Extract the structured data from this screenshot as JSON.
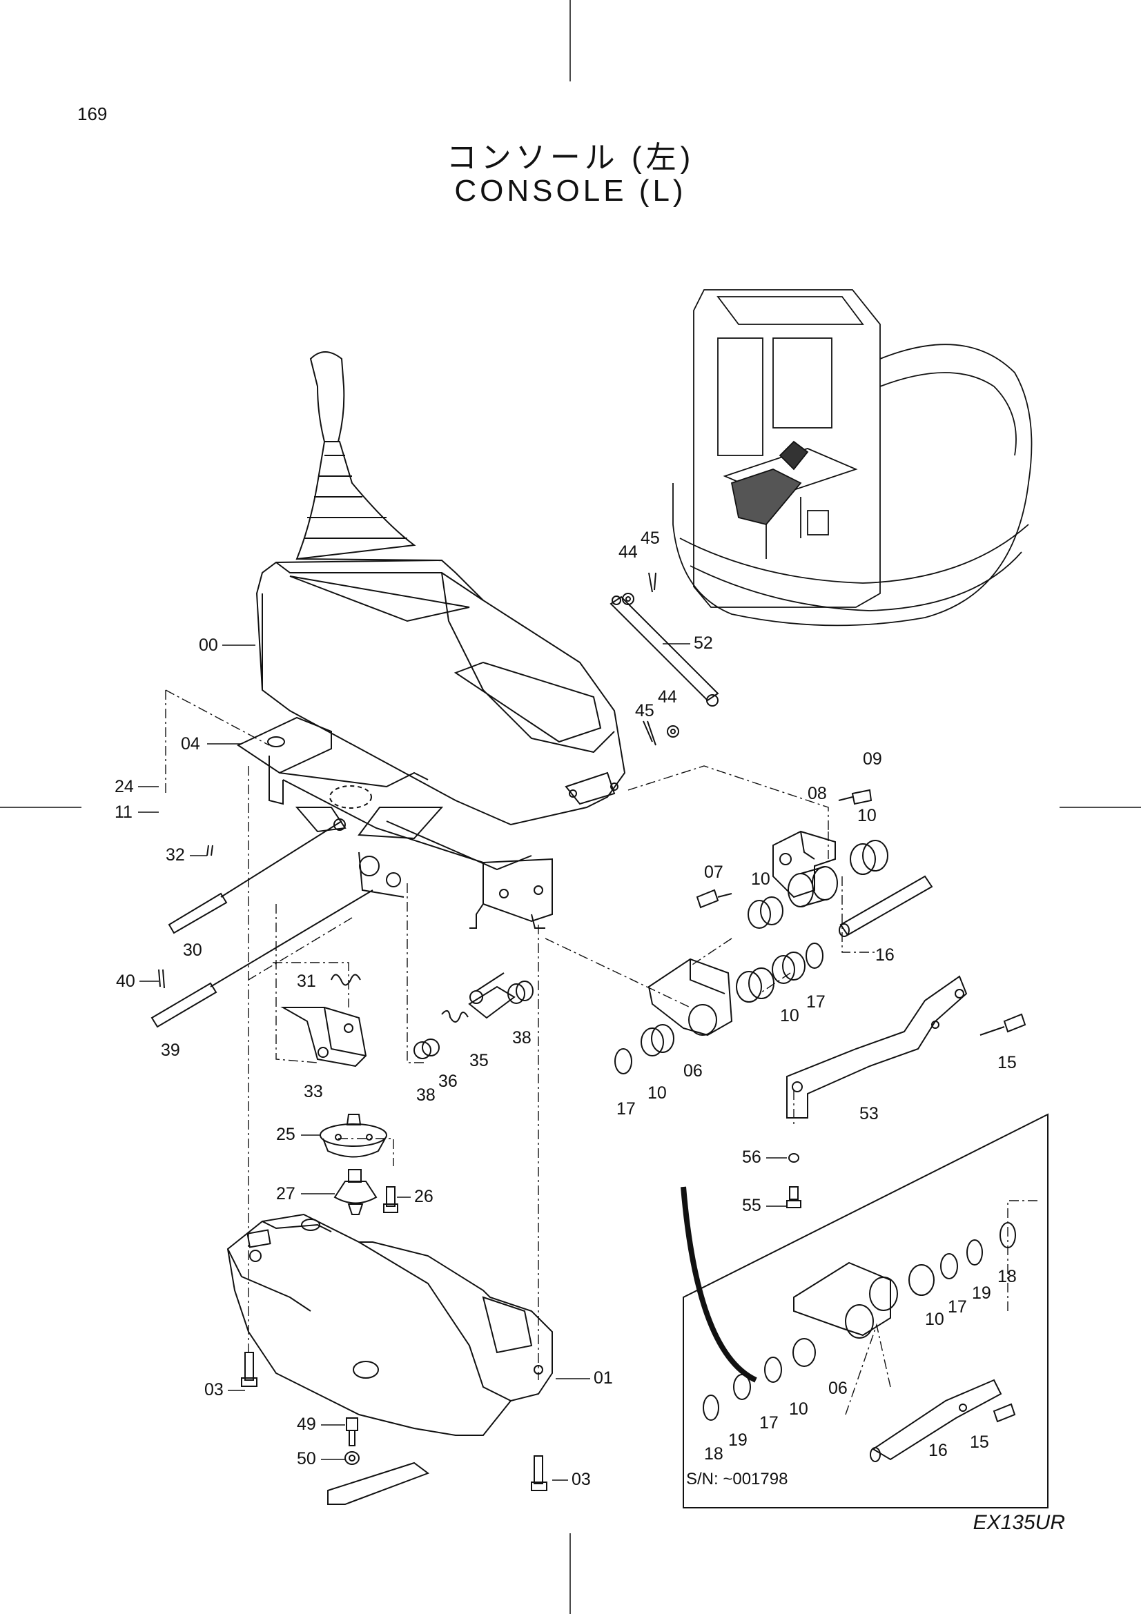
{
  "page": {
    "page_number": "169",
    "title_jp": "コンソール (左)",
    "title_en": "CONSOLE (L)",
    "model": "EX135UR",
    "serial_note": "S/N: ~001798"
  },
  "callouts": [
    {
      "label": "00"
    },
    {
      "label": "04"
    },
    {
      "label": "24"
    },
    {
      "label": "11"
    },
    {
      "label": "32"
    },
    {
      "label": "30"
    },
    {
      "label": "40"
    },
    {
      "label": "39"
    },
    {
      "label": "31"
    },
    {
      "label": "33"
    },
    {
      "label": "25"
    },
    {
      "label": "27"
    },
    {
      "label": "26"
    },
    {
      "label": "38"
    },
    {
      "label": "36"
    },
    {
      "label": "35"
    },
    {
      "label": "38"
    },
    {
      "label": "03"
    },
    {
      "label": "49"
    },
    {
      "label": "50"
    },
    {
      "label": "03"
    },
    {
      "label": "01"
    },
    {
      "label": "44"
    },
    {
      "label": "45"
    },
    {
      "label": "52"
    },
    {
      "label": "45"
    },
    {
      "label": "44"
    },
    {
      "label": "09"
    },
    {
      "label": "08"
    },
    {
      "label": "10"
    },
    {
      "label": "07"
    },
    {
      "label": "10"
    },
    {
      "label": "16"
    },
    {
      "label": "10"
    },
    {
      "label": "17"
    },
    {
      "label": "17"
    },
    {
      "label": "10"
    },
    {
      "label": "06"
    },
    {
      "label": "15"
    },
    {
      "label": "53"
    },
    {
      "label": "56"
    },
    {
      "label": "55"
    },
    {
      "label": "10"
    },
    {
      "label": "17"
    },
    {
      "label": "19"
    },
    {
      "label": "18"
    },
    {
      "label": "06"
    },
    {
      "label": "10"
    },
    {
      "label": "17"
    },
    {
      "label": "19"
    },
    {
      "label": "18"
    },
    {
      "label": "16"
    },
    {
      "label": "15"
    }
  ]
}
